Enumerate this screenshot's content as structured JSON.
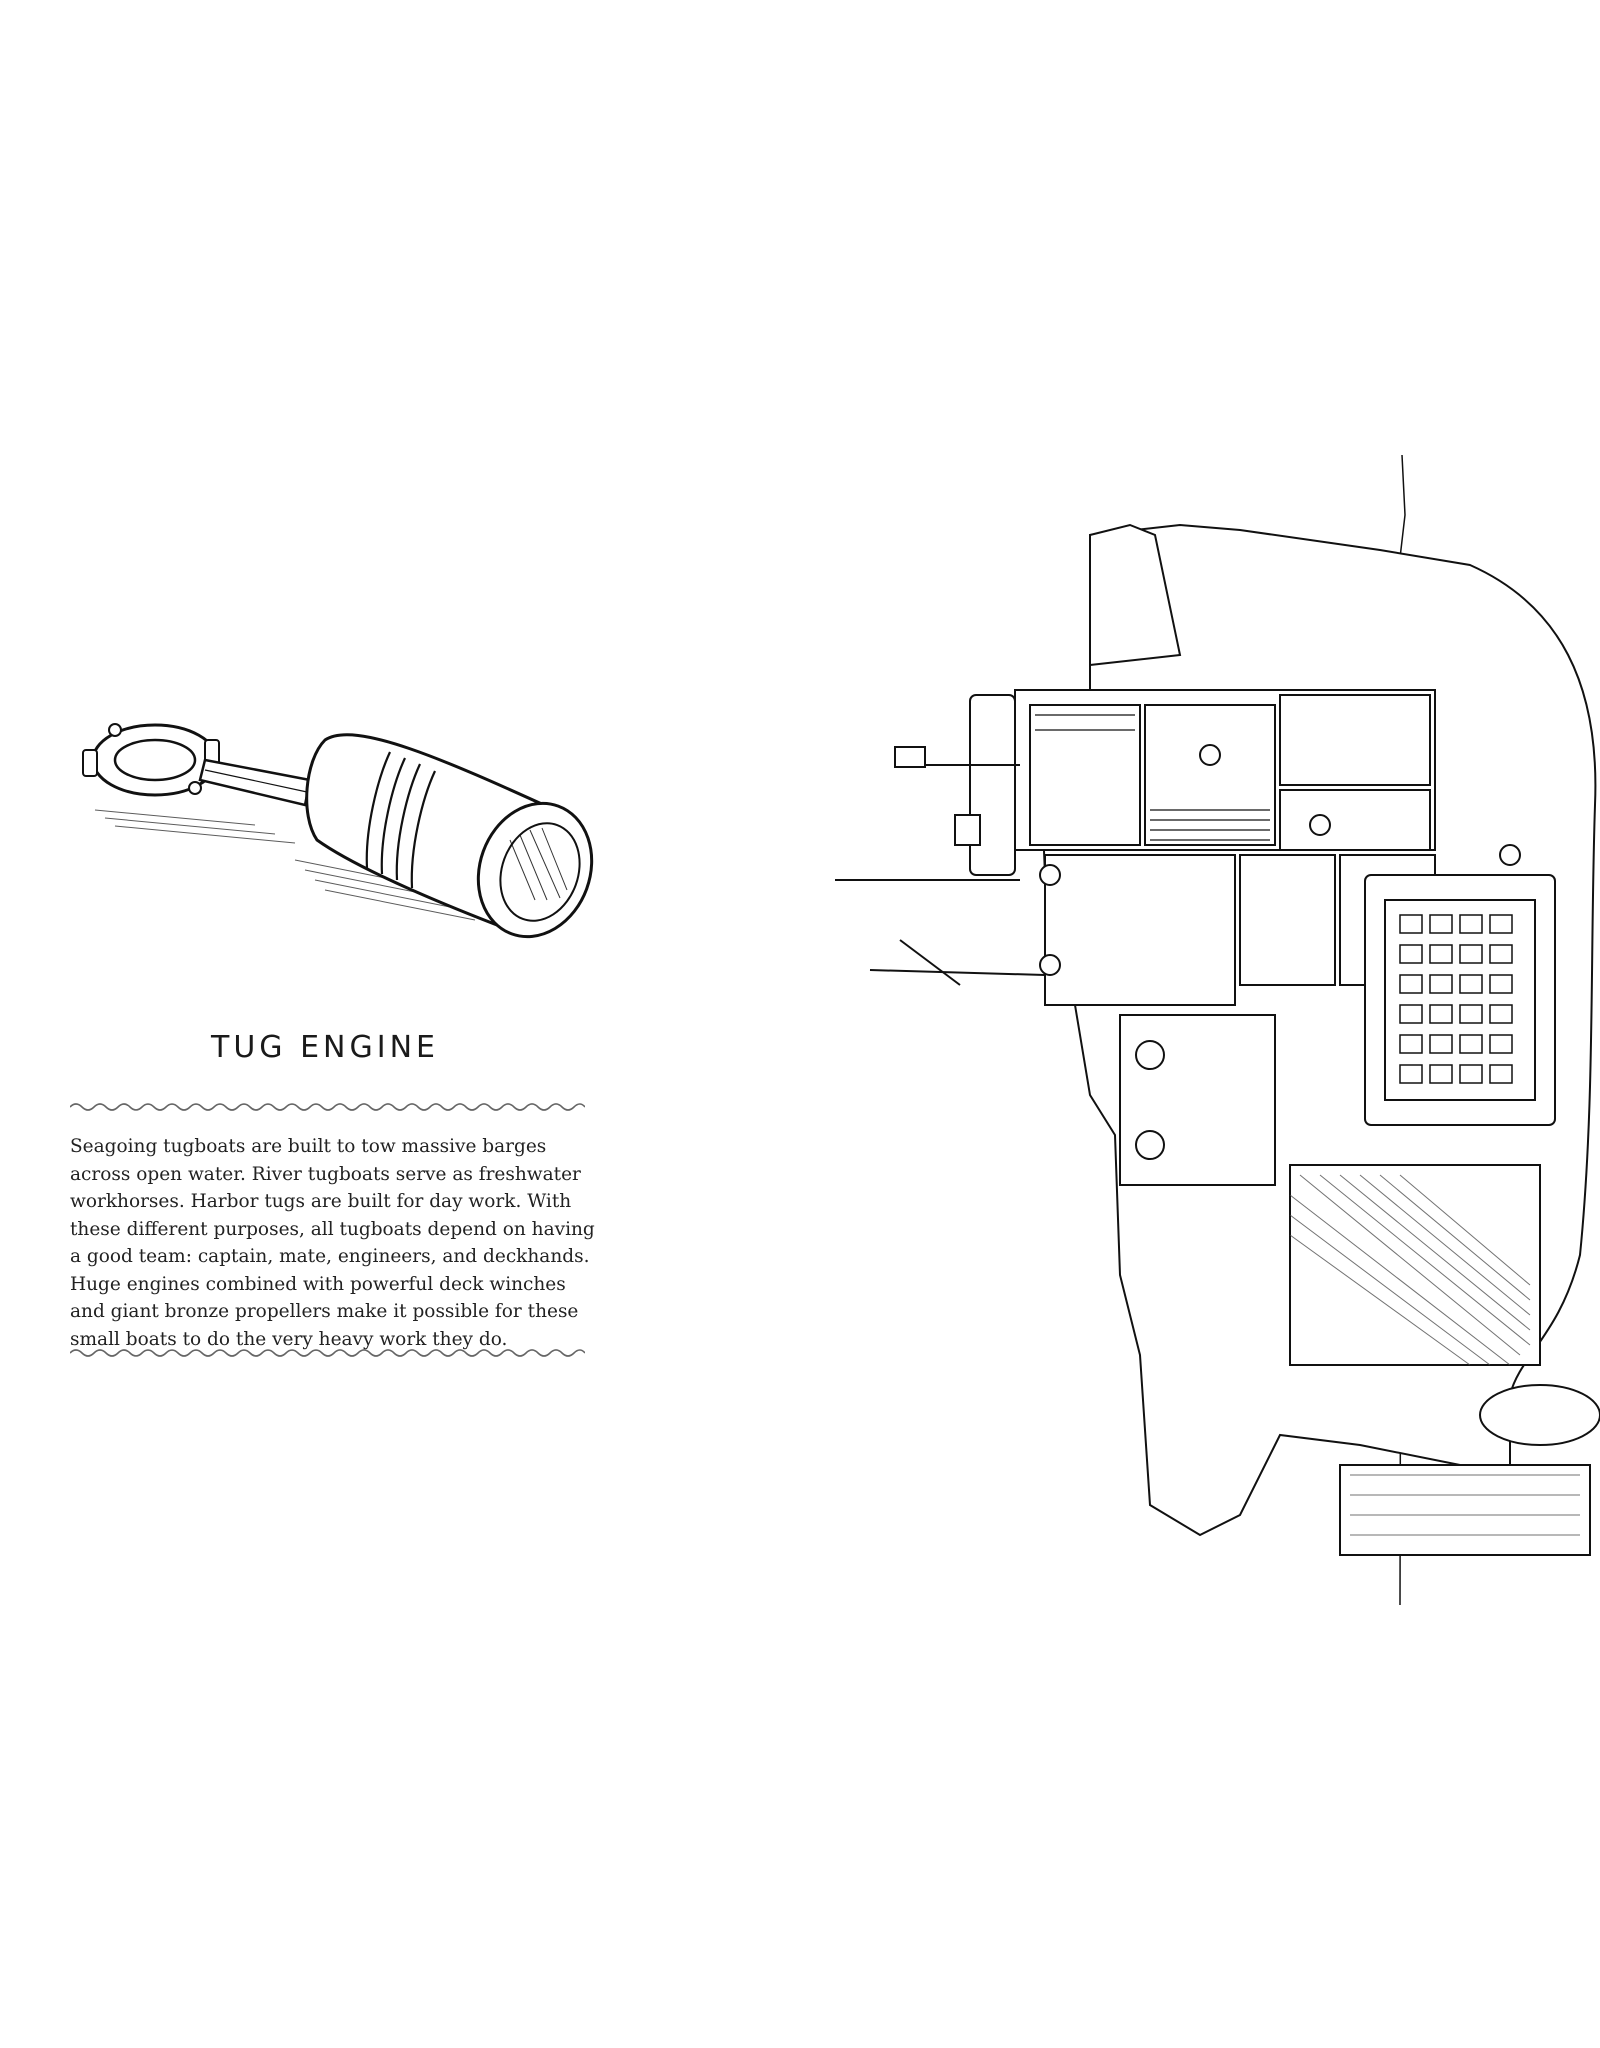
{
  "section": {
    "title": "TUG ENGINE",
    "paragraph": "Seagoing tugboats are built to tow massive barges across open water. River tugboats serve as freshwater workhorses. Harbor tugs are built for day work. With these different purposes, all tugboats depend on having a good team: captain, mate, engineers, and deckhands. Huge engines combined with powerful deck winches and giant bronze propellers make it possible for these small boats to do the very heavy work they do."
  },
  "illustrations": {
    "piston": "piston-connecting-rod-illustration",
    "boat": "tugboat-cutaway-illustration"
  }
}
